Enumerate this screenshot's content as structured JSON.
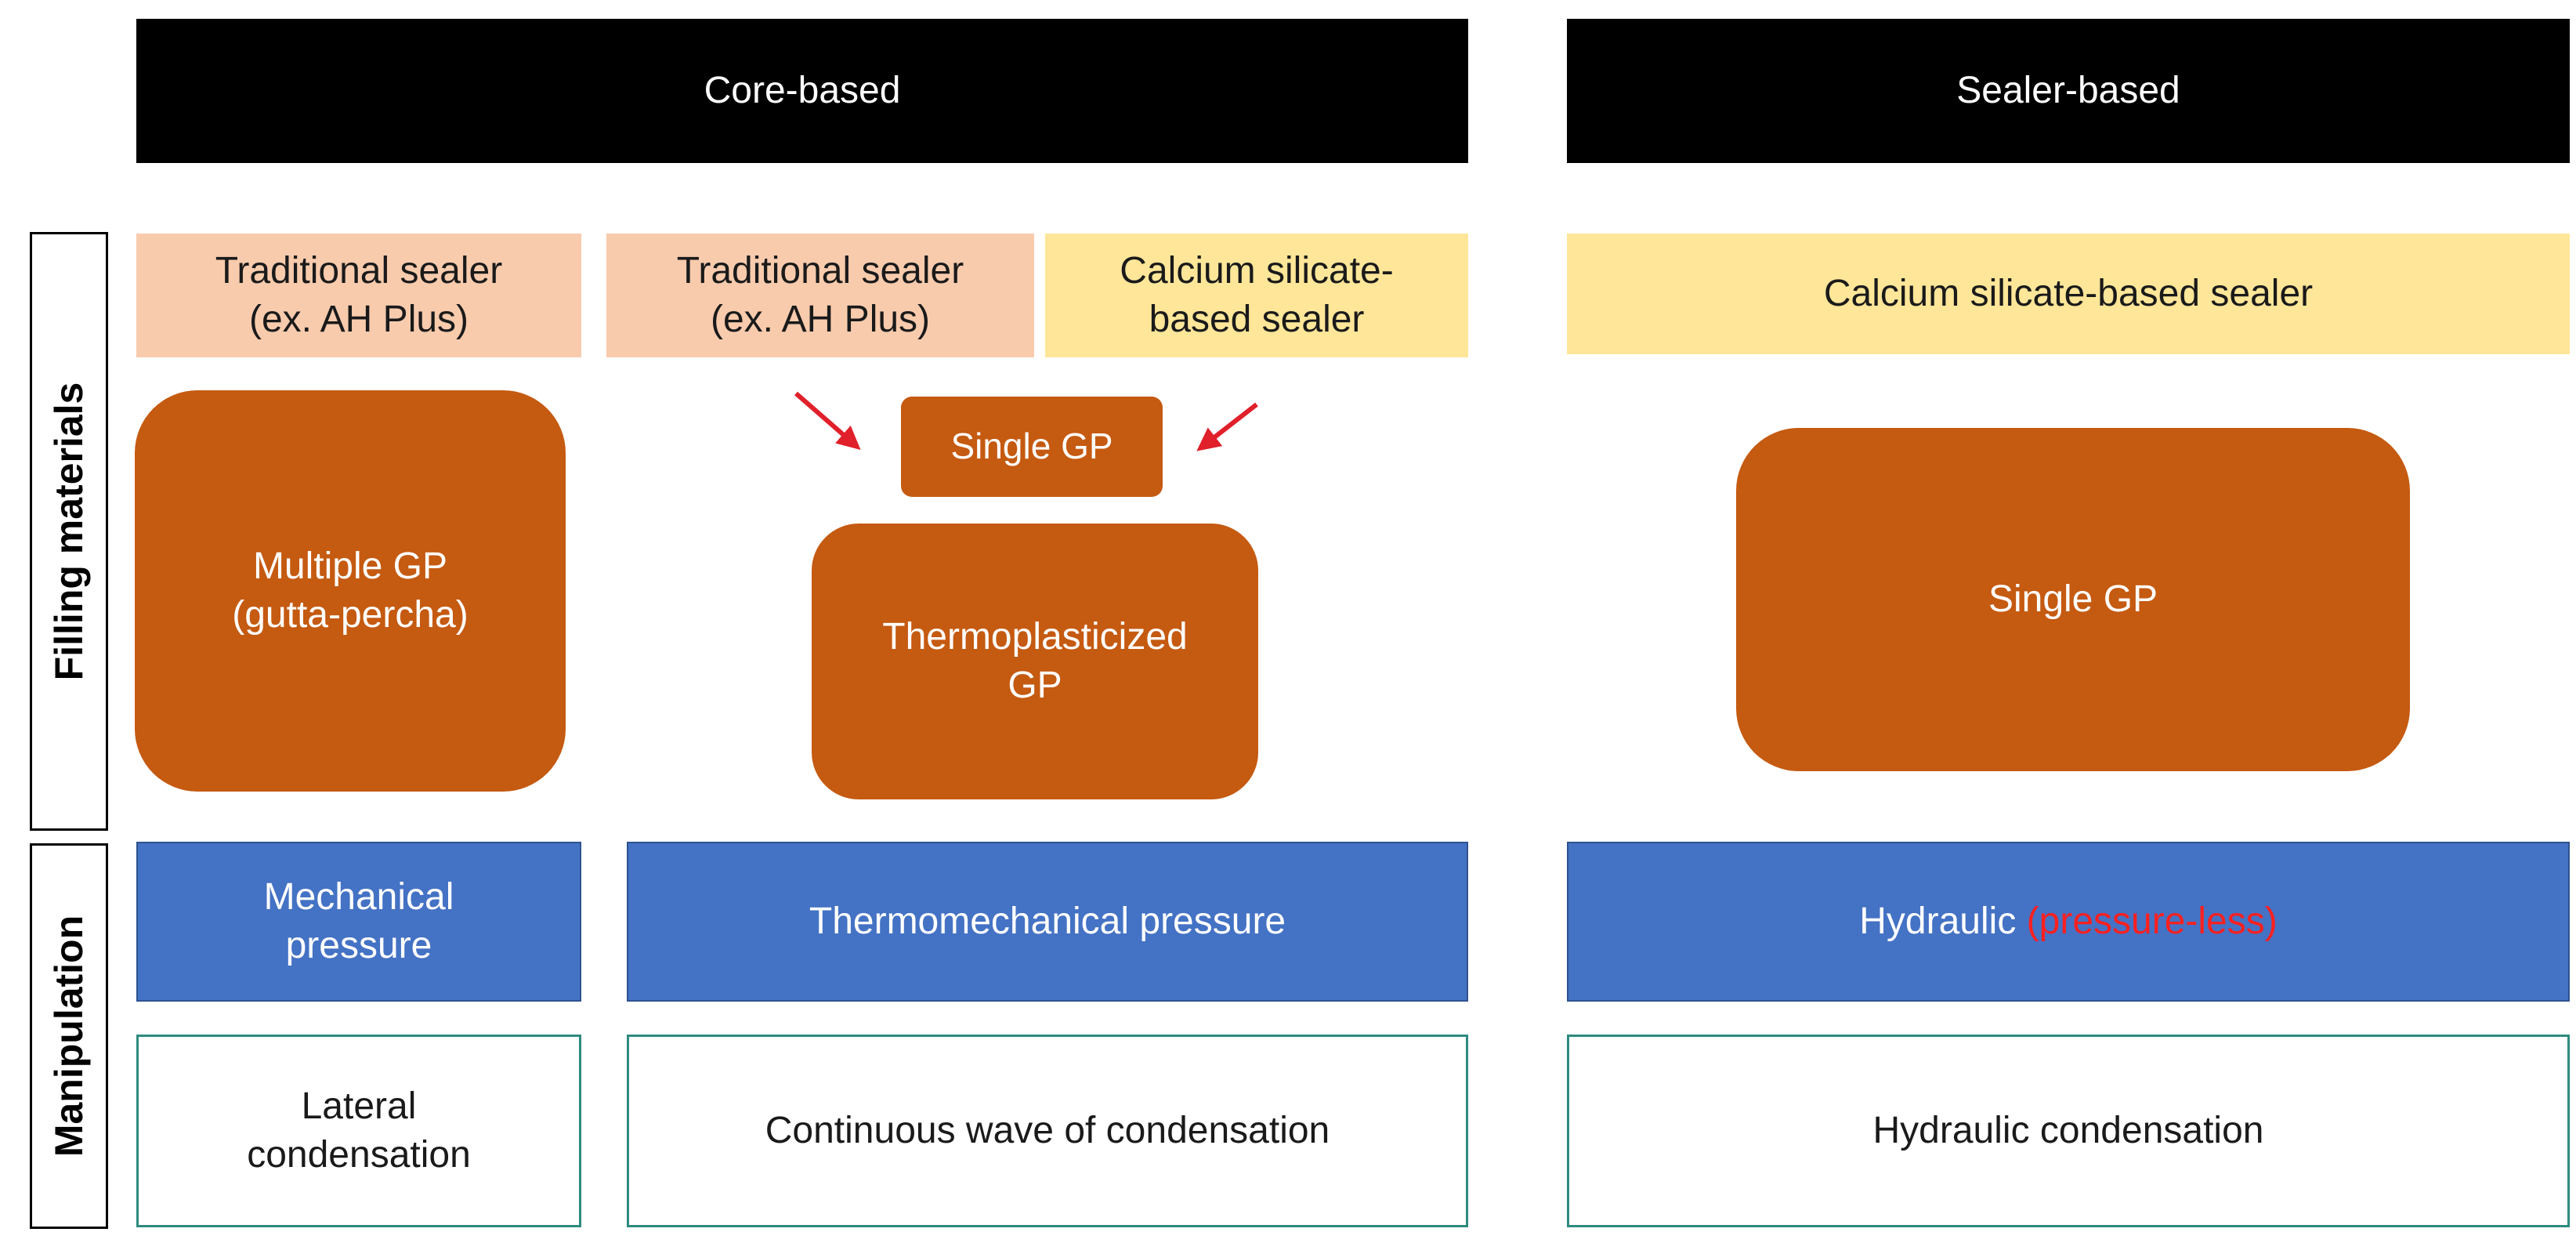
{
  "headers": {
    "core": "Core-based",
    "sealer": "Sealer-based"
  },
  "side_labels": {
    "filling": "Filling materials",
    "manipulation": "Manipulation"
  },
  "sealers": {
    "traditional_1": "Traditional sealer\n(ex. AH Plus)",
    "traditional_2": "Traditional sealer\n(ex. AH Plus)",
    "calcium_core": "Calcium silicate-\nbased sealer",
    "calcium_sealer": "Calcium silicate-based sealer"
  },
  "gutta_percha": {
    "multiple": "Multiple GP\n(gutta-percha)",
    "single_small": "Single GP",
    "thermoplasticized": "Thermoplasticized\nGP",
    "single_large": "Single GP"
  },
  "manipulation": {
    "mechanical": "Mechanical\npressure",
    "thermomechanical": "Thermomechanical pressure",
    "hydraulic": "Hydraulic ",
    "hydraulic_note": "(pressure-less)"
  },
  "techniques": {
    "lateral": "Lateral\ncondensation",
    "continuous": "Continuous wave of condensation",
    "hydraulic": "Hydraulic condensation"
  },
  "colors": {
    "header": "#000000",
    "traditional_sealer": "#f8cbad",
    "calcium_sealer": "#ffe699",
    "gutta_percha": "#c55a11",
    "manipulation": "#4472c4",
    "technique_border": "#2e8b7f",
    "arrow": "#e0202a",
    "pressure_less_text": "#ff2020"
  }
}
